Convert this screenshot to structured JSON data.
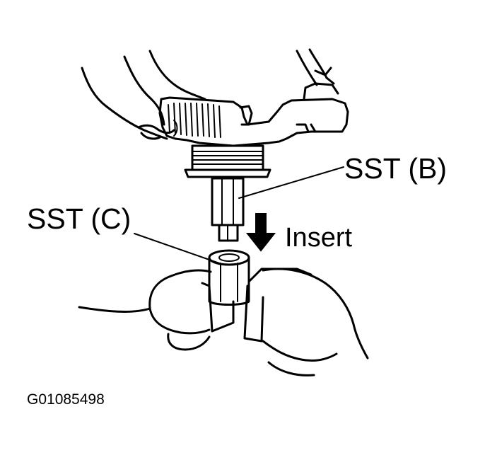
{
  "labels": {
    "sst_b": "SST (B)",
    "sst_c": "SST (C)",
    "insert": "Insert",
    "figure_id": "G01085498"
  },
  "colors": {
    "ink": "#000000",
    "background": "#ffffff"
  }
}
